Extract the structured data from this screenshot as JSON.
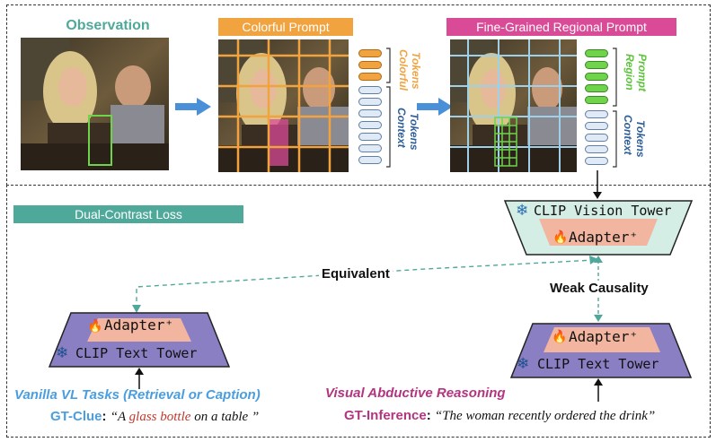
{
  "observation": {
    "title": "Observation"
  },
  "colorful_prompt": {
    "title": "Colorful Prompt",
    "tokens_top": "Colorful",
    "tokens_bottom": "Tokens",
    "context_top": "Context",
    "context_bottom": "Tokens"
  },
  "regional_prompt": {
    "title": "Fine-Grained Regional Prompt",
    "tokens_top": "Region",
    "tokens_bottom": "Prompt",
    "context_top": "Context",
    "context_bottom": "Tokens"
  },
  "loss": {
    "title": "Dual-Contrast Loss",
    "equivalent": "Equivalent",
    "weak_causality": "Weak Causality"
  },
  "vision_tower": {
    "snow": "❄",
    "label": "CLIP Vision Tower",
    "adapter": "Adapter⁺",
    "fire": "🔥"
  },
  "text_tower_left": {
    "snow": "❄",
    "label": "CLIP Text Tower",
    "adapter": "Adapter⁺",
    "fire": "🔥"
  },
  "text_tower_right": {
    "snow": "❄",
    "label": "CLIP Text Tower",
    "adapter": "Adapter⁺",
    "fire": "🔥"
  },
  "left_task": {
    "title": "Vanilla VL Tasks (Retrieval or Caption)",
    "gt_label": "GT-Clue",
    "quote_open": "“A ",
    "highlight": "glass bottle",
    "quote_rest": " on a table ”"
  },
  "right_task": {
    "title": "Visual Abductive Reasoning",
    "gt_label": "GT-Inference",
    "quote": "“The woman recently ordered the drink”"
  },
  "colors": {
    "teal": "#4fa99a",
    "orange": "#f0a33f",
    "pink": "#d94a97",
    "green": "#6fd34c",
    "blue": "#4a90d9",
    "purple": "#8b7fc4",
    "salmon": "#f2b6a0",
    "mint": "#d4ede5"
  }
}
